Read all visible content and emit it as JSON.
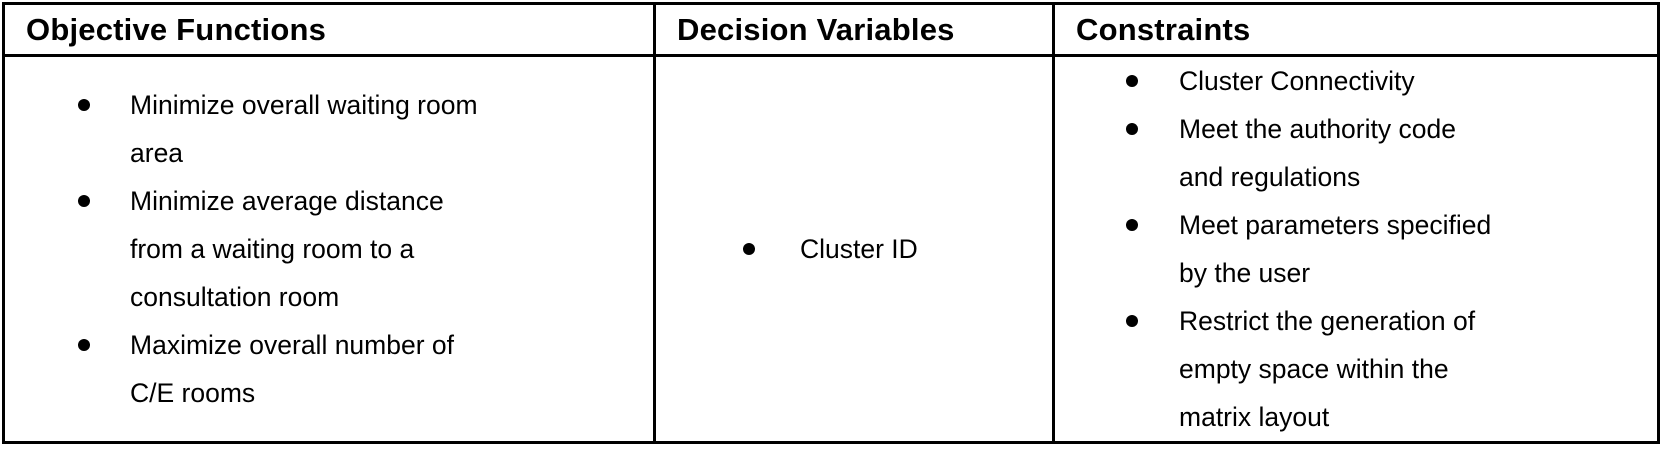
{
  "table": {
    "columns": [
      {
        "header": "Objective Functions",
        "items": [
          "Minimize overall waiting room\narea",
          "Minimize average distance\nfrom a waiting room to a\nconsultation room",
          "Maximize overall number of\nC/E rooms"
        ]
      },
      {
        "header": "Decision Variables",
        "items": [
          "Cluster ID"
        ]
      },
      {
        "header": "Constraints",
        "items": [
          "Cluster Connectivity",
          "Meet the authority code\nand regulations",
          "Meet parameters specified\nby the user",
          "Restrict the generation of\nempty space within the\nmatrix layout"
        ]
      }
    ],
    "colors": {
      "border": "#000000",
      "text": "#000000",
      "background": "#ffffff"
    }
  }
}
